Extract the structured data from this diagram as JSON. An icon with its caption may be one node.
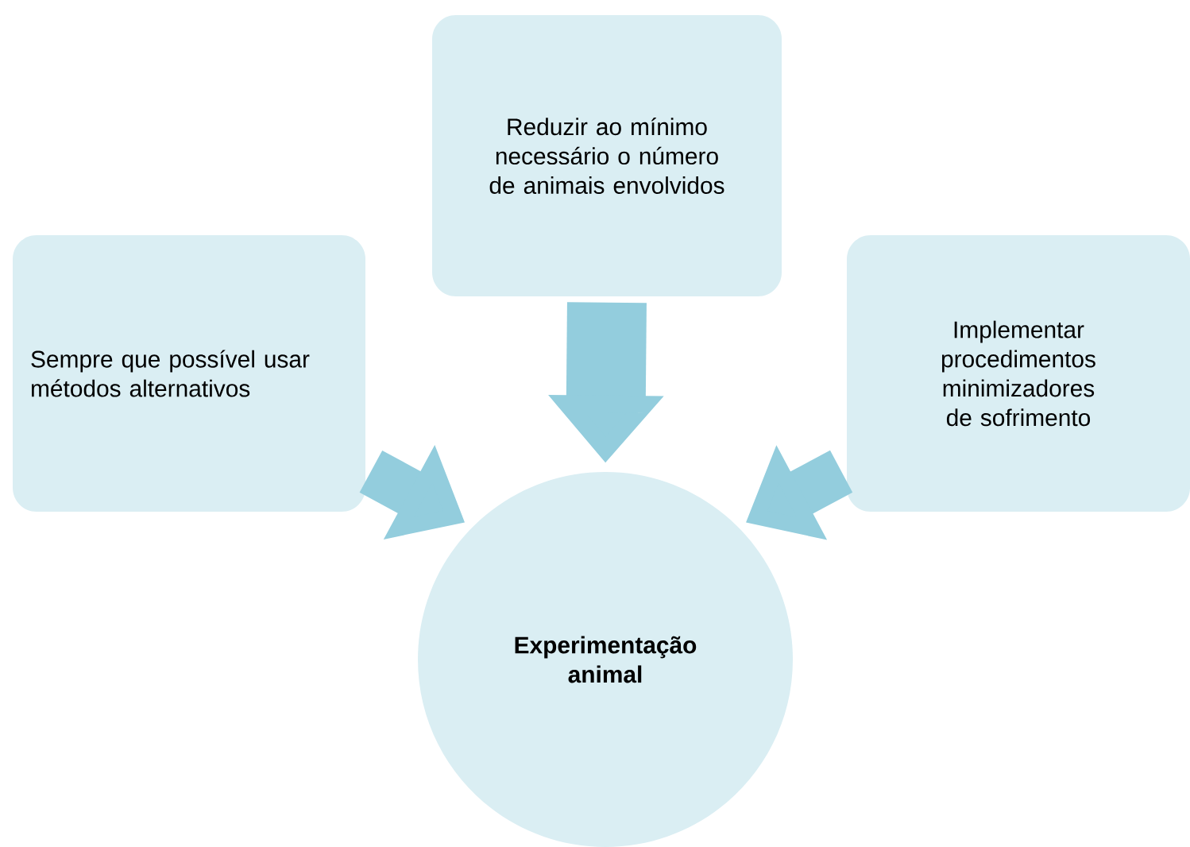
{
  "diagram": {
    "nodes": [
      {
        "text": [
          "Sempre que possível usar métodos alternativos"
        ]
      },
      {
        "text": [
          "Reduzir ao mínimo necessário o número de animais envolvidos"
        ]
      },
      {
        "text": [
          "Implementar procedimentos minimizadores de sofrimento"
        ]
      },
      {
        "text": [
          "**Experimentação animal**"
        ]
      }
    ],
    "edges": [
      {
        "from": 0,
        "to": 3,
        "arrow": "to"
      },
      {
        "from": 1,
        "to": 3,
        "arrow": "to"
      },
      {
        "from": 2,
        "to": 3,
        "arrow": "to"
      }
    ]
  }
}
